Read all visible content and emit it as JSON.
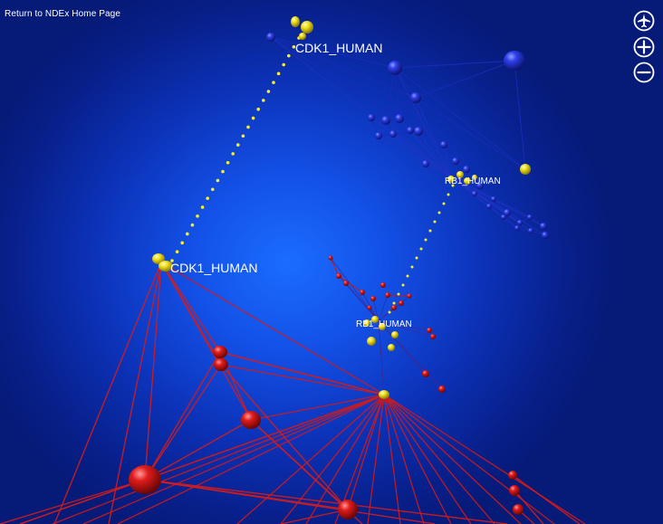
{
  "header": {
    "home_link": "Return to NDEx Home Page"
  },
  "controls": {
    "navigate_icon": "airplane-icon",
    "zoom_in_icon": "plus-circle-icon",
    "zoom_out_icon": "minus-circle-icon"
  },
  "labels": {
    "cdk1_top": "CDK1_HUMAN",
    "cdk1_left": "CDK1_HUMAN",
    "rb_top": "RB1_HUMAN",
    "rb_mid": "RB1_HUMAN"
  },
  "colors": {
    "background_center": "#1b6dff",
    "background_edge": "#061a78",
    "blue_network_node": "#1f2fd8",
    "red_network_node": "#d81818",
    "highlight_node": "#f2e21a",
    "link_dots": "#f5ee2a"
  }
}
